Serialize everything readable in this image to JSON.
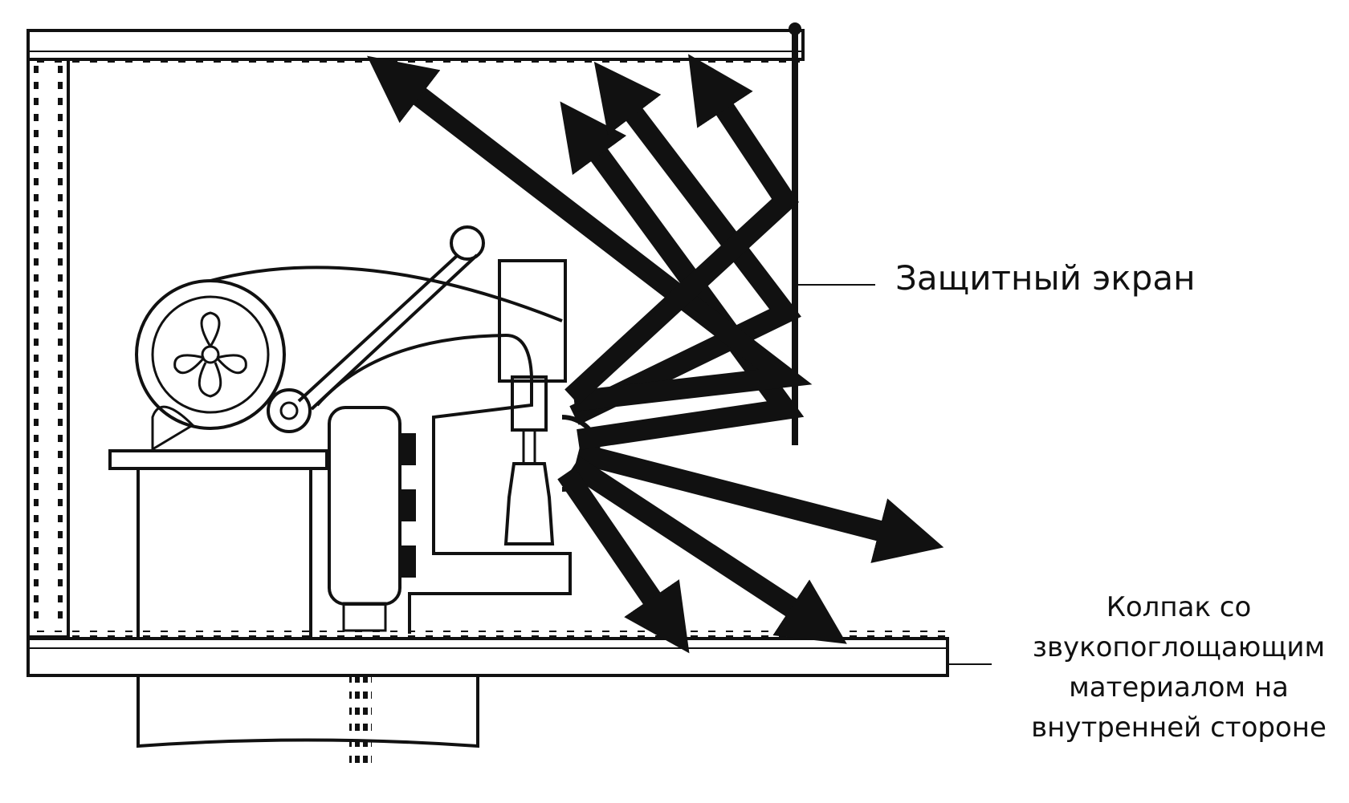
{
  "labels": {
    "screen": "Защитный экран",
    "hood_lines": [
      "Колпак со",
      "звукопоглощающим",
      "материалом на",
      "внутренней стороне"
    ]
  },
  "colors": {
    "ink": "#111111",
    "background": "#ffffff"
  }
}
